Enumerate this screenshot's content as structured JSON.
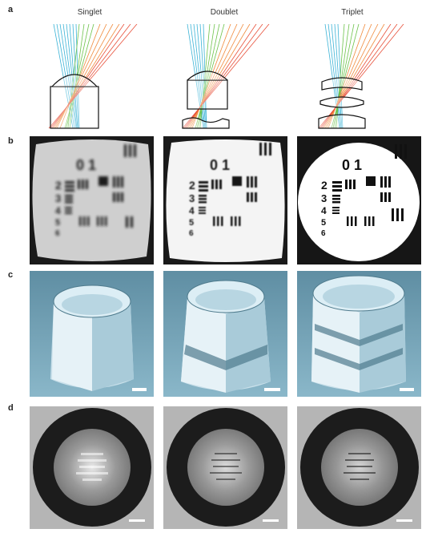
{
  "figure": {
    "panel_labels": {
      "a": "a",
      "b": "b",
      "c": "c",
      "d": "d"
    },
    "columns": [
      {
        "title": "Singlet"
      },
      {
        "title": "Doublet"
      },
      {
        "title": "Triplet"
      }
    ],
    "test_chart_digits": {
      "top": "0 1",
      "rows": [
        "2",
        "3",
        "4",
        "5",
        "6"
      ]
    },
    "colors": {
      "ray_blue": "#3bb3d6",
      "ray_green": "#6cc24a",
      "ray_orange": "#f08a3c",
      "ray_red": "#e8503a",
      "sem_blue": "#7fb3c9",
      "ring_dark": "#1c1c1c"
    }
  }
}
